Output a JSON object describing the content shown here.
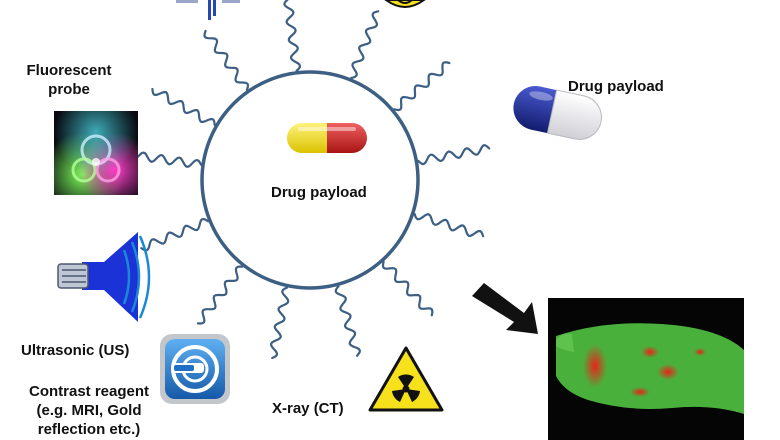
{
  "labels": {
    "fluorescent_probe": [
      "Fluorescent",
      "probe"
    ],
    "drug_payload_outer": "Drug payload",
    "drug_payload_center": "Drug payload",
    "ultrasonic": "Ultrasonic (US)",
    "contrast_reagent": [
      "Contrast reagent",
      "(e.g. MRI, Gold",
      "reflection etc.)"
    ],
    "xray": "X-ray (CT)"
  },
  "icons": {
    "top_left": "gene-chart-icon",
    "top_center": "radiation-badge-icon",
    "fluorescent": "fluorescent-biohazard-icon",
    "capsule_outer": "capsule-icon",
    "capsule_center": "capsule-icon",
    "ultrasound": "ultrasound-transducer-icon",
    "mri": "mri-scanner-icon",
    "radiation": "radiation-warning-icon",
    "arrow": "arrow-icon",
    "mouse_image": "fluorescent-mouse-image"
  },
  "colors": {
    "circle": "#3d5f84",
    "ligand": "#3d5f84",
    "capsule_outer_a": "#21309a",
    "capsule_outer_b": "#ffffff",
    "capsule_center_a": "#f3e21e",
    "capsule_center_b": "#d62b2b",
    "ultrasound": "#1a32d6",
    "mri_badge": "#1f6fc6",
    "radiation_fill": "#f6e11c",
    "mouse_bg": "#050505",
    "mouse_body": "#4ab03c",
    "mouse_tumor": "#d22a1e"
  }
}
